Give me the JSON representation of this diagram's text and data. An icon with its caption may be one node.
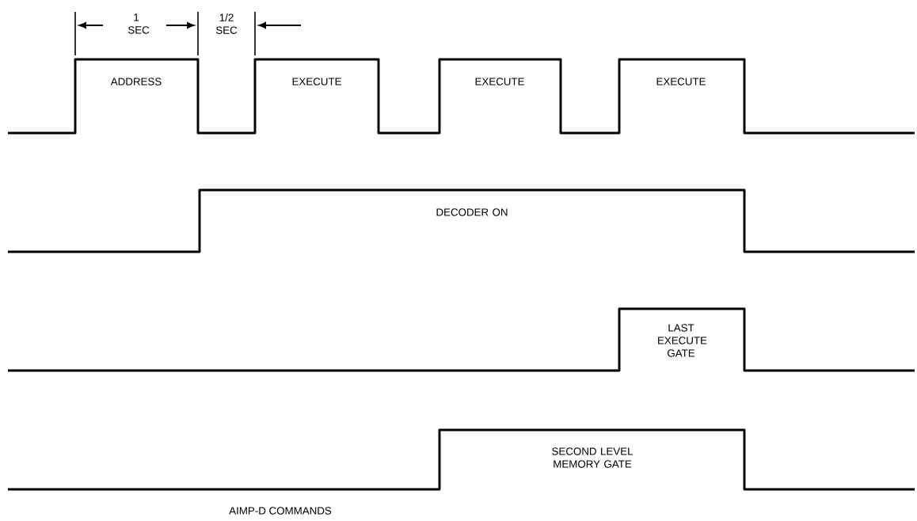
{
  "diagram": {
    "caption": "AIMP-D COMMANDS",
    "labels": [
      "1 SEC",
      "1/2 SEC",
      "ADDRESS",
      "EXECUTE",
      "EXECUTE",
      "EXECUTE",
      "DECODER ON",
      "LAST EXECUTE GATE",
      "SECOND LEVEL MEMORY GATE"
    ]
  }
}
